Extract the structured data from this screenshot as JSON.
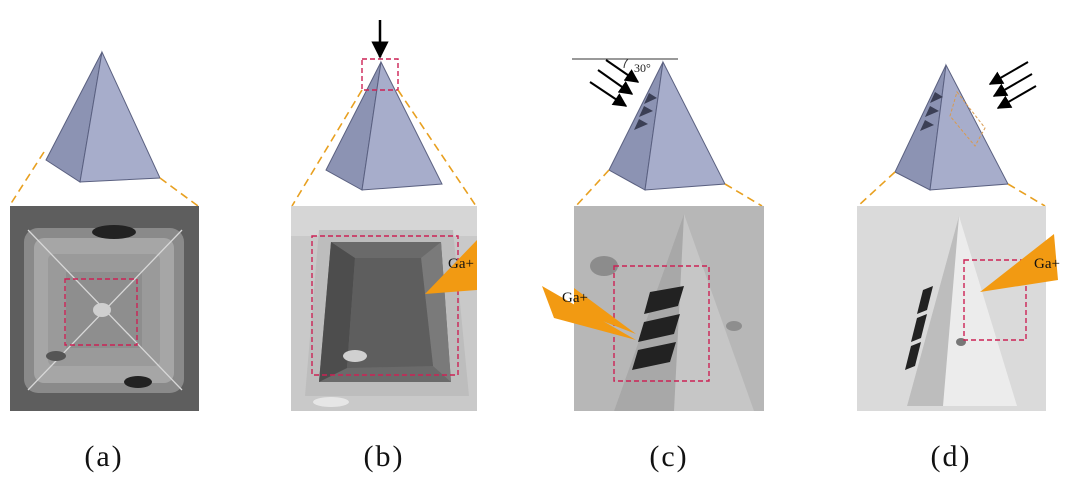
{
  "panels": [
    {
      "label": "(a)",
      "ion": ""
    },
    {
      "label": "(b)",
      "ion": "Ga+"
    },
    {
      "label": "(c)",
      "ion": "Ga+",
      "angle": "30°"
    },
    {
      "label": "(d)",
      "ion": "Ga+"
    }
  ],
  "colors": {
    "pyramid_left": "#8c93b3",
    "pyramid_right": "#a5abc9",
    "pyramid_edge": "#5a6080",
    "guide_line": "#e8a020",
    "roi_box": "#cc2255",
    "ion_beam": "#f29a12",
    "arrow": "#000000"
  }
}
